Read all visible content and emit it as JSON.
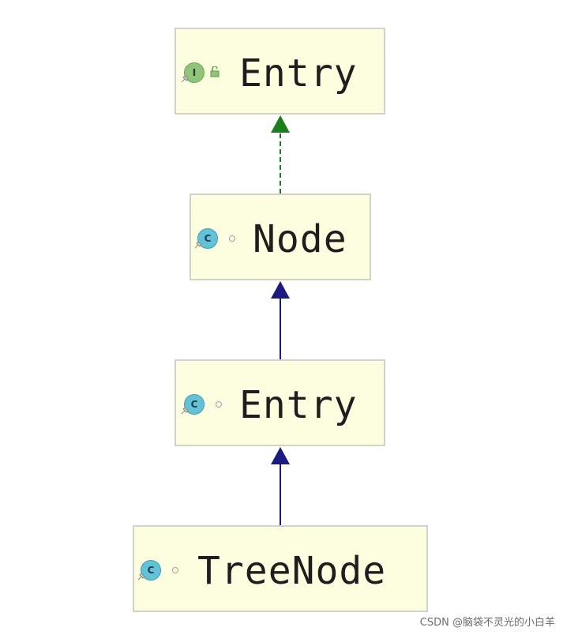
{
  "diagram": {
    "nodes": [
      {
        "id": "entry-interface",
        "label": "Entry",
        "kind": "interface",
        "icon_letter": "I",
        "modifier_icon": "lock-open-icon"
      },
      {
        "id": "node-class",
        "label": "Node",
        "kind": "class",
        "icon_letter": "C",
        "modifier_icon": "package-private-icon"
      },
      {
        "id": "entry-class",
        "label": "Entry",
        "kind": "class",
        "icon_letter": "C",
        "modifier_icon": "package-private-icon"
      },
      {
        "id": "treenode-class",
        "label": "TreeNode",
        "kind": "class",
        "icon_letter": "C",
        "modifier_icon": "package-private-icon"
      }
    ],
    "edges": [
      {
        "from": "node-class",
        "to": "entry-interface",
        "type": "implements",
        "color": "#1a7f1a",
        "style": "dashed"
      },
      {
        "from": "entry-class",
        "to": "node-class",
        "type": "extends",
        "color": "#1a1a80",
        "style": "solid"
      },
      {
        "from": "treenode-class",
        "to": "entry-class",
        "type": "extends",
        "color": "#1a1a80",
        "style": "solid"
      }
    ]
  },
  "watermark": "CSDN @脑袋不灵光的小白羊"
}
